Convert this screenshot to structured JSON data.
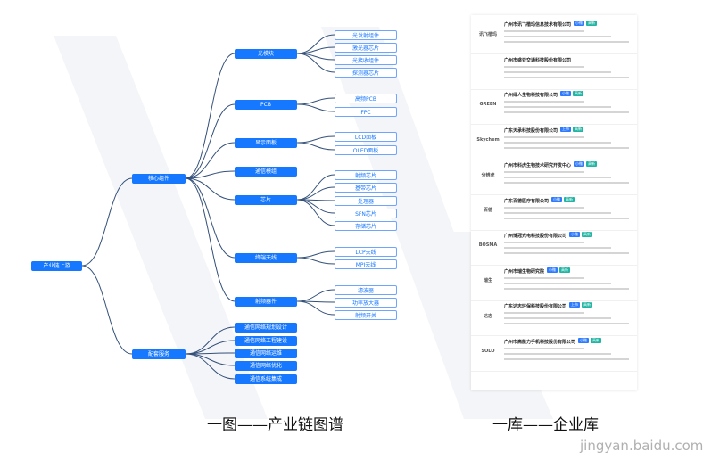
{
  "diagram": {
    "root": "产业链上游",
    "groups": [
      {
        "label": "核心组件",
        "children": [
          {
            "label": "光模块",
            "leaves": [
              "光发射组件",
              "激光器芯片",
              "光接收组件",
              "探测器芯片"
            ]
          },
          {
            "label": "PCB",
            "leaves": [
              "高频PCB",
              "FPC"
            ]
          },
          {
            "label": "显示面板",
            "leaves": [
              "LCD面板",
              "OLED面板"
            ]
          },
          {
            "label": "通信模组",
            "leaves": []
          },
          {
            "label": "芯片",
            "leaves": [
              "射频芯片",
              "基带芯片",
              "处理器",
              "SFN芯片",
              "存储芯片"
            ]
          },
          {
            "label": "终端天线",
            "leaves": [
              "LCP天线",
              "MPI天线"
            ]
          },
          {
            "label": "射频器件",
            "leaves": [
              "滤波器",
              "功率放大器",
              "射频开关"
            ]
          }
        ]
      },
      {
        "label": "配套服务",
        "children": [
          {
            "label": "通信网络规划设计",
            "leaves": []
          },
          {
            "label": "通信网络工程建设",
            "leaves": []
          },
          {
            "label": "通信网络运维",
            "leaves": []
          },
          {
            "label": "通信网络优化",
            "leaves": []
          },
          {
            "label": "通信系统集成",
            "leaves": []
          }
        ]
      }
    ]
  },
  "company_panel": {
    "companies": [
      {
        "name": "广州市讯飞楷玛信息技术有限公司",
        "tag1": "小微",
        "tag2": "高新",
        "logo": "讯飞楷玛"
      },
      {
        "name": "广州市盛亚交通科技股份有限公司",
        "tag1": "",
        "tag2": "",
        "logo": ""
      },
      {
        "name": "广州绿人生物科技有限公司",
        "tag1": "小微",
        "tag2": "高新",
        "logo": "GREEN"
      },
      {
        "name": "广东天承科技股份有限公司",
        "tag1": "上市",
        "tag2": "高新",
        "logo": "Skychem"
      },
      {
        "name": "广州市科虎生物技术研究开发中心",
        "tag1": "小微",
        "tag2": "高新",
        "logo": "分辨虎"
      },
      {
        "name": "广东百德医疗有限公司",
        "tag1": "小微",
        "tag2": "高新",
        "logo": "百德"
      },
      {
        "name": "广州博冠光电科技股份有限公司",
        "tag1": "小微",
        "tag2": "高新",
        "logo": "BOSMA"
      },
      {
        "name": "广州市瑞生物研究院",
        "tag1": "小微",
        "tag2": "高新",
        "logo": "瑞生"
      },
      {
        "name": "广东达志环保科技股份有限公司",
        "tag1": "上市",
        "tag2": "高新",
        "logo": "达志"
      },
      {
        "name": "广州市高能力手机科技股份有限公司",
        "tag1": "小微",
        "tag2": "高新",
        "logo": "SOLO"
      }
    ]
  },
  "captions": {
    "left": "一图——产业链图谱",
    "right": "一库——企业库"
  },
  "watermark": "jingyan.baidu.com",
  "colors": {
    "accent": "#1677ff",
    "line": "#33507a"
  }
}
